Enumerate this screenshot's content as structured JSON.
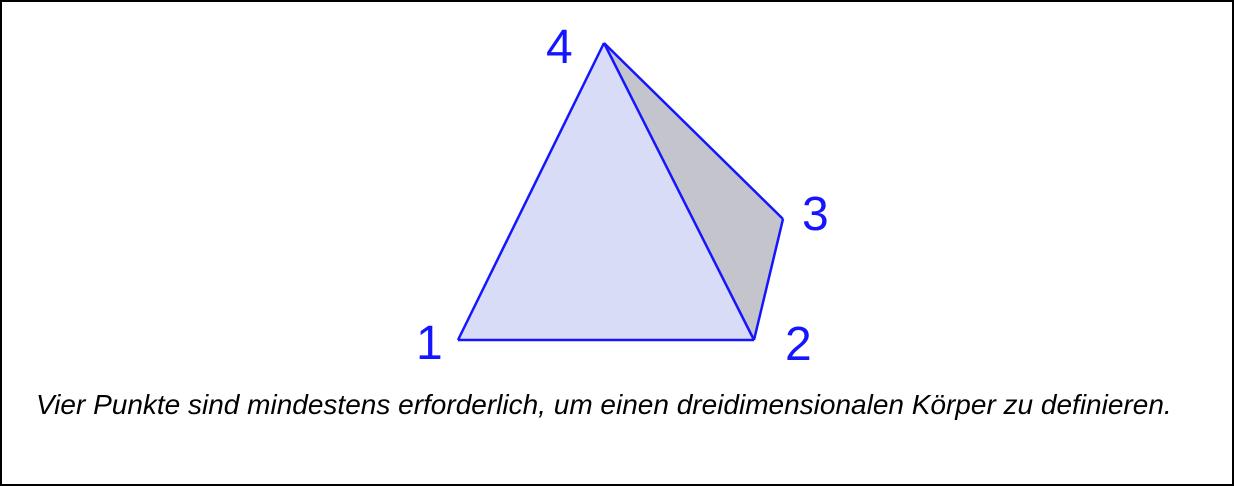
{
  "figure": {
    "vertex_labels": [
      "1",
      "2",
      "3",
      "4"
    ],
    "colors": {
      "edge": "#1515ff",
      "label": "#1515ff",
      "front_face": "#d8dcf6",
      "side_face": "#c4c4cc",
      "border": "#000000"
    }
  },
  "caption": "Vier Punkte sind mindestens erforderlich, um einen dreidimensionalen Körper zu definieren."
}
